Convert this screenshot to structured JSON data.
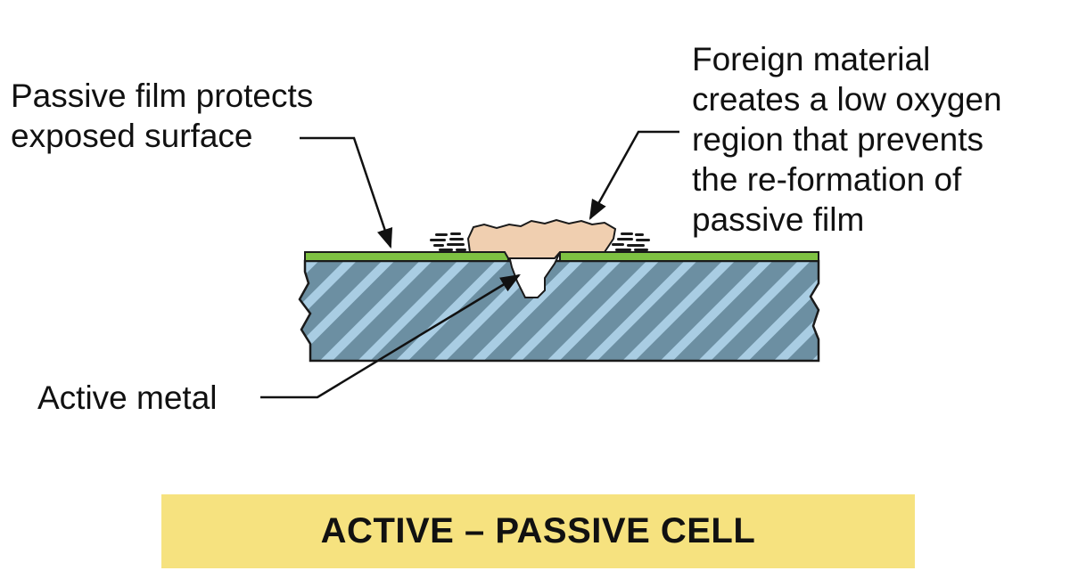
{
  "labels": {
    "passive_film": [
      "Passive film protects",
      "exposed surface"
    ],
    "foreign_material": [
      "Foreign material",
      "creates a low oxygen",
      "region that prevents",
      "the re-formation of",
      "passive film"
    ],
    "active_metal": "Active metal"
  },
  "title": "ACTIVE – PASSIVE CELL",
  "colors": {
    "title_box": "#f6e27f",
    "passive_film": "#7ec142",
    "metal_base": "#6c8fa2",
    "metal_stripe": "#a9cde3",
    "foreign_material": "#f0cfb0",
    "active_metal": "#ffffff",
    "outline": "#1a1a1a"
  }
}
